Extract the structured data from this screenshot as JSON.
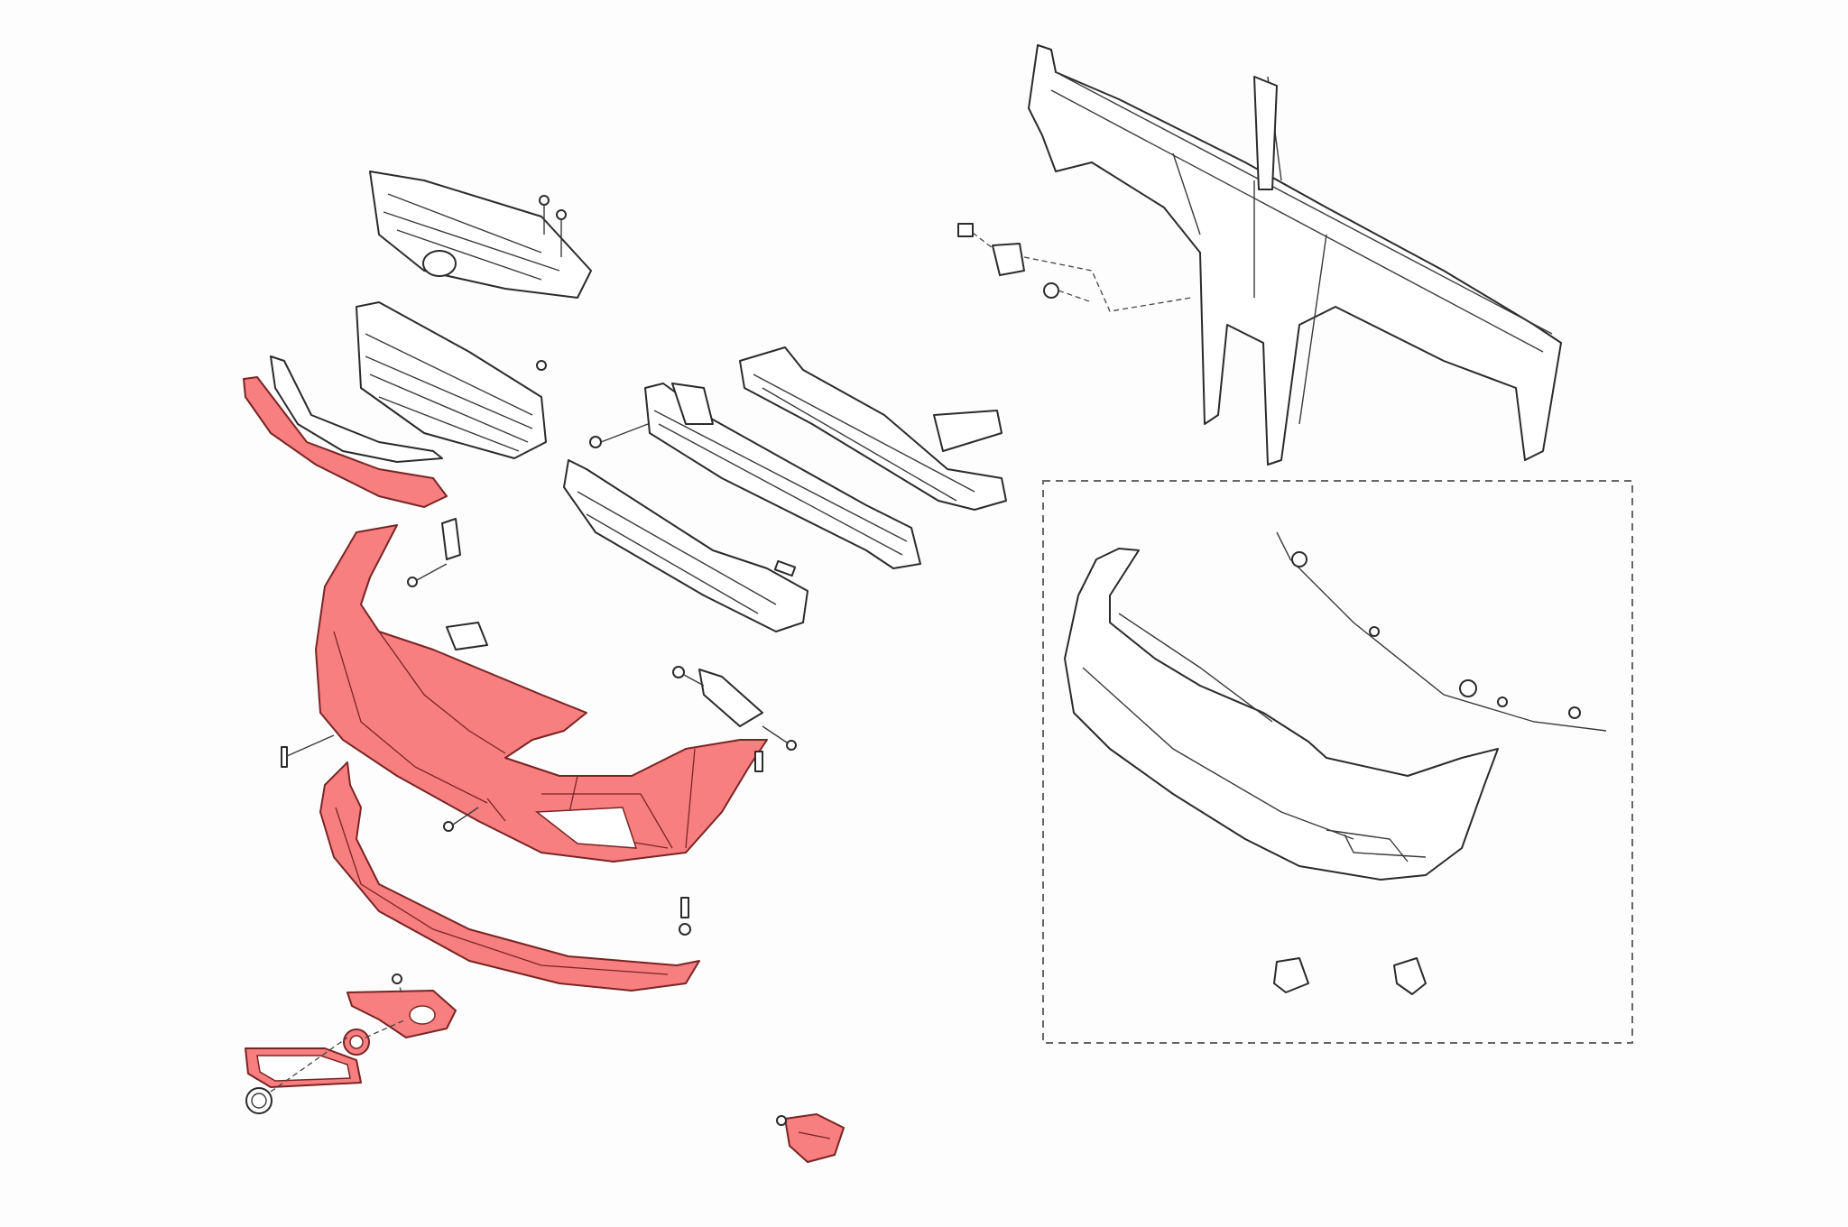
{
  "diagram": {
    "type": "exploded-parts-view",
    "colors": {
      "highlight": "#f77f7f",
      "line": "#2b2b2b",
      "background": "#fdfdfd"
    },
    "highlighted_parts": [
      "radiator-grille-molding",
      "front-bumper-cover",
      "front-bumper-lower-lip",
      "fog-lamp-bezel",
      "fog-lamp-trim-ring",
      "fog-lamp-frame",
      "parking-sensor-bracket"
    ]
  }
}
